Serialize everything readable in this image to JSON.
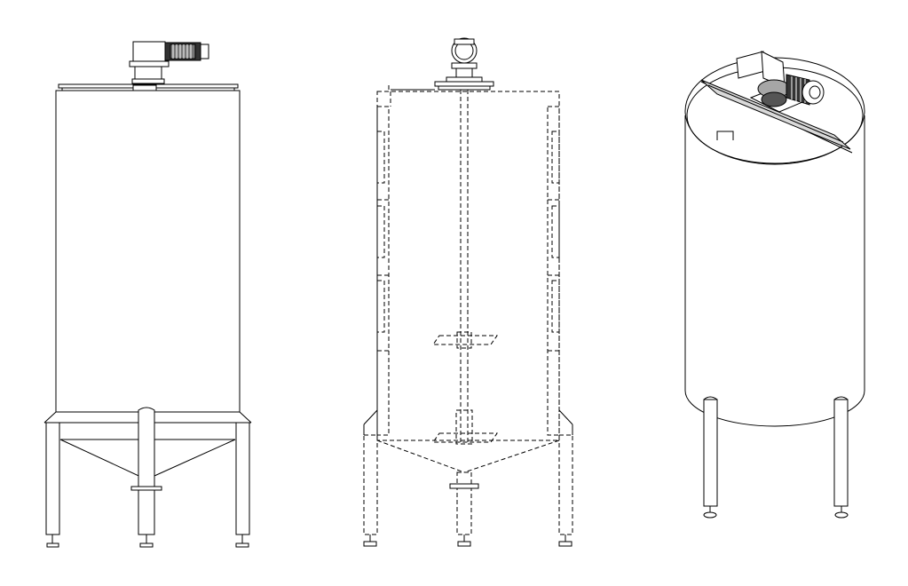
{
  "drawing": {
    "views": [
      {
        "id": "front-view",
        "kind": "front elevation, exterior"
      },
      {
        "id": "section-view",
        "kind": "front elevation, hidden lines"
      },
      {
        "id": "iso-view",
        "kind": "isometric view"
      }
    ],
    "colors": {
      "line": "#000000",
      "background": "#ffffff",
      "shade_light": "#d9d9d9",
      "shade_mid": "#a6a6a6",
      "shade_dark": "#555555"
    },
    "icons": [
      "gear-motor-icon",
      "agitator-blade-icon",
      "leveling-foot-icon"
    ]
  }
}
